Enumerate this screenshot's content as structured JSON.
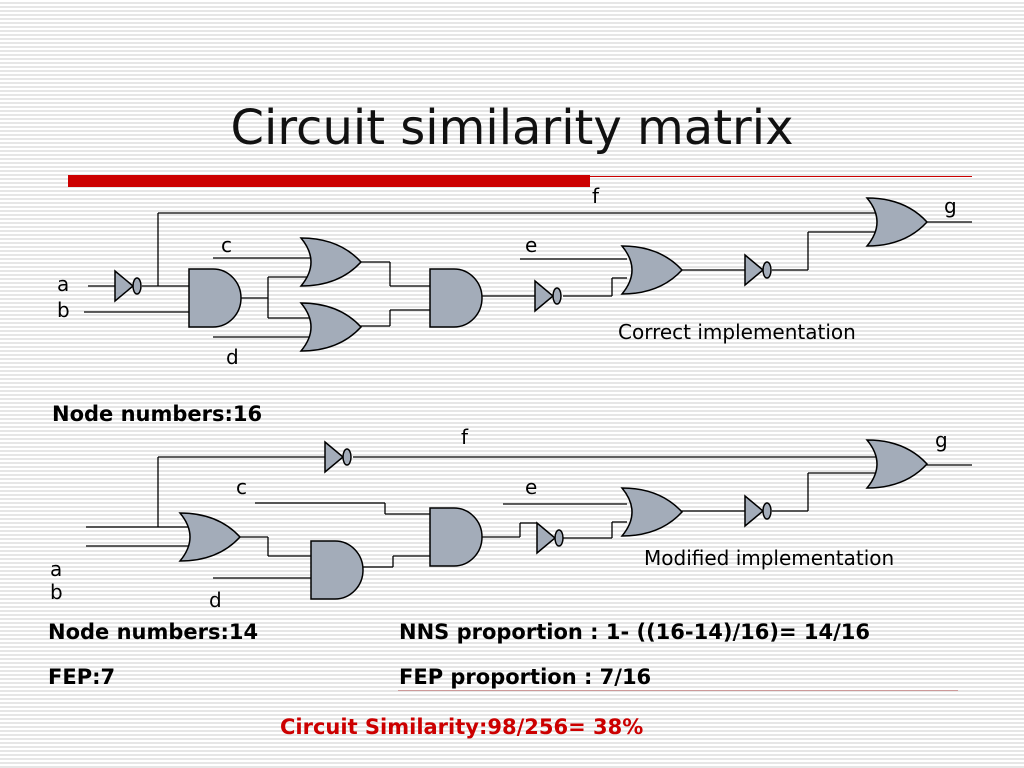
{
  "title": "Circuit similarity matrix",
  "colors": {
    "gate_fill": "#a3acb9",
    "accent": "#cc0000",
    "wire": "#000000"
  },
  "diagram_top": {
    "labels": {
      "a": "a",
      "b": "b",
      "c": "c",
      "d": "d",
      "e": "e",
      "f": "f",
      "g": "g"
    },
    "caption": "Correct implementation"
  },
  "diagram_bottom": {
    "labels": {
      "a": "a",
      "b": "b",
      "c": "c",
      "d": "d",
      "e": "e",
      "f": "f",
      "g": "g"
    },
    "caption": "Modified implementation"
  },
  "stats": {
    "top_node_numbers": "Node numbers:16",
    "bottom_node_numbers": "Node numbers:14",
    "nns_proportion": "NNS proportion : 1- ((16-14)/16)= 14/16",
    "fep": "FEP:7",
    "fep_proportion": "FEP proportion : 7/16",
    "circuit_similarity": "Circuit Similarity:98/256= 38%"
  }
}
